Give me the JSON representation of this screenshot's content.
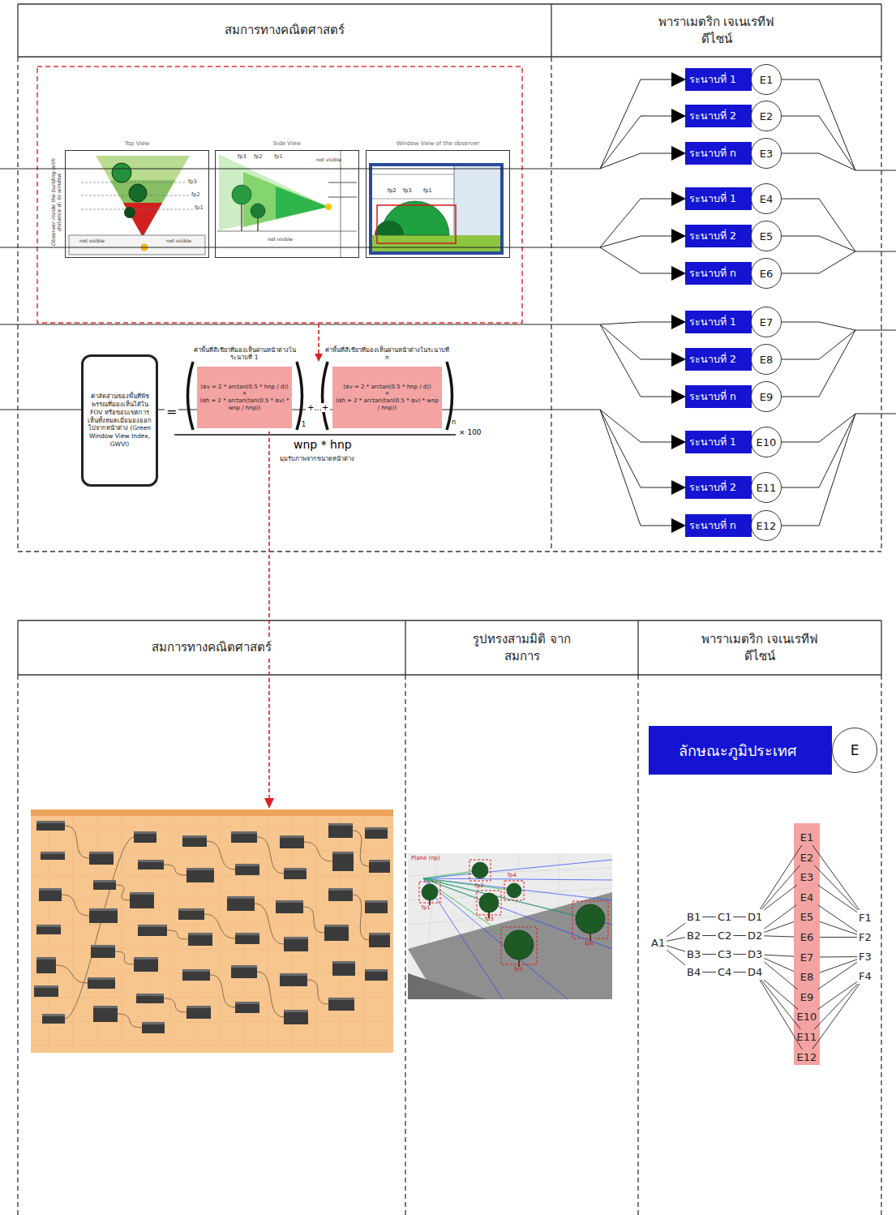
{
  "diagram": {
    "nodes": [
      {
        "text": [
          "สมการทางคณิตศาสตร์"
        ]
      },
      {
        "text": [
          "พาราเมตริก เจเนเรทีฟดีไซน์"
        ]
      },
      {
        "text": [
          "Top View"
        ]
      },
      {
        "text": [
          "Side View"
        ]
      },
      {
        "text": [
          "Window View of the observer"
        ]
      },
      {
        "text": [
          "ค่าสัดส่วนของพื้นที่พืชพรรณที่มองเห็นได้ใน FOV หรือขอบเขตการเห็นทั้งหมดเมื่อมองออกไปจากหน้าต่าง (Green Window View Index, GWVI)"
        ]
      },
      {
        "text": [
          "ค่าพื้นที่สีเขียวที่มองเห็นผ่านหน้าต่างในระนาบที่ 1",
          "(αv = 2 * arctan(0.5 * hnp / d))",
          "×",
          "(αh = 2 * arctan(tan(0.5 * αv) * wnp / hnp))"
        ]
      },
      {
        "text": [
          "ค่าพื้นที่สีเขียวที่มองเห็นผ่านหน้าต่างในระนาบที่ n",
          "(αv = 2 * arctan(0.5 * hnp / d))",
          "×",
          "(αh = 2 * arctan(tan(0.5 * αv) * wnp / hnp))"
        ]
      },
      {
        "text": [
          "ระนาบที่ 1"
        ]
      },
      {
        "text": [
          "E1"
        ]
      },
      {
        "text": [
          "ระนาบที่ 2"
        ]
      },
      {
        "text": [
          "E2"
        ]
      },
      {
        "text": [
          "ระนาบที่ n"
        ]
      },
      {
        "text": [
          "E3"
        ]
      },
      {
        "text": [
          "ระนาบที่ 1"
        ]
      },
      {
        "text": [
          "E4"
        ]
      },
      {
        "text": [
          "ระนาบที่ 2"
        ]
      },
      {
        "text": [
          "E5"
        ]
      },
      {
        "text": [
          "ระนาบที่ n"
        ]
      },
      {
        "text": [
          "E6"
        ]
      },
      {
        "text": [
          "ระนาบที่ 1"
        ]
      },
      {
        "text": [
          "E7"
        ]
      },
      {
        "text": [
          "ระนาบที่ 2"
        ]
      },
      {
        "text": [
          "E8"
        ]
      },
      {
        "text": [
          "ระนาบที่ n"
        ]
      },
      {
        "text": [
          "E9"
        ]
      },
      {
        "text": [
          "ระนาบที่ 1"
        ]
      },
      {
        "text": [
          "E10"
        ]
      },
      {
        "text": [
          "ระนาบที่ 2"
        ]
      },
      {
        "text": [
          "E11"
        ]
      },
      {
        "text": [
          "ระนาบที่ n"
        ]
      },
      {
        "text": [
          "E12"
        ]
      },
      {
        "text": [
          "สมการทางคณิตศาสตร์"
        ]
      },
      {
        "text": [
          "รูปทรงสามมิติ จากสมการ"
        ]
      },
      {
        "text": [
          "พาราเมตริก เจเนเรทีฟดีไซน์"
        ]
      },
      {
        "text": [
          "ลักษณะภูมิประเทศ"
        ]
      },
      {
        "text": [
          "E"
        ]
      },
      {
        "text": [
          "A1"
        ]
      },
      {
        "text": [
          "B1"
        ]
      },
      {
        "text": [
          "C1"
        ]
      },
      {
        "text": [
          "D1"
        ]
      },
      {
        "text": [
          "B2"
        ]
      },
      {
        "text": [
          "C2"
        ]
      },
      {
        "text": [
          "D2"
        ]
      },
      {
        "text": [
          "B3"
        ]
      },
      {
        "text": [
          "C3"
        ]
      },
      {
        "text": [
          "D3"
        ]
      },
      {
        "text": [
          "B4"
        ]
      },
      {
        "text": [
          "C4"
        ]
      },
      {
        "text": [
          "D4"
        ]
      },
      {
        "text": [
          "E1"
        ]
      },
      {
        "text": [
          "E2"
        ]
      },
      {
        "text": [
          "E3"
        ]
      },
      {
        "text": [
          "E4"
        ]
      },
      {
        "text": [
          "E5"
        ]
      },
      {
        "text": [
          "E6"
        ]
      },
      {
        "text": [
          "E7"
        ]
      },
      {
        "text": [
          "E8"
        ]
      },
      {
        "text": [
          "E9"
        ]
      },
      {
        "text": [
          "E10"
        ]
      },
      {
        "text": [
          "E11"
        ]
      },
      {
        "text": [
          "E12"
        ]
      },
      {
        "text": [
          "F1"
        ]
      },
      {
        "text": [
          "F2"
        ]
      },
      {
        "text": [
          "F3"
        ]
      },
      {
        "text": [
          "F4"
        ]
      }
    ],
    "edges": [
      {
        "from": 37,
        "to": 38,
        "arrow": "none"
      },
      {
        "from": 37,
        "to": 41,
        "arrow": "none"
      },
      {
        "from": 37,
        "to": 44,
        "arrow": "none"
      },
      {
        "from": 37,
        "to": 47,
        "arrow": "none"
      },
      {
        "from": 38,
        "to": 39,
        "arrow": "none"
      },
      {
        "from": 41,
        "to": 42,
        "arrow": "none"
      },
      {
        "from": 44,
        "to": 45,
        "arrow": "none"
      },
      {
        "from": 47,
        "to": 48,
        "arrow": "none"
      },
      {
        "from": 39,
        "to": 40,
        "arrow": "none"
      },
      {
        "from": 42,
        "to": 43,
        "arrow": "none"
      },
      {
        "from": 45,
        "to": 46,
        "arrow": "none"
      },
      {
        "from": 48,
        "to": 49,
        "arrow": "none"
      },
      {
        "from": 40,
        "to": 50,
        "arrow": "none"
      },
      {
        "from": 40,
        "to": 51,
        "arrow": "none"
      },
      {
        "from": 40,
        "to": 52,
        "arrow": "none"
      },
      {
        "from": 43,
        "to": 53,
        "arrow": "none"
      },
      {
        "from": 43,
        "to": 54,
        "arrow": "none"
      },
      {
        "from": 43,
        "to": 55,
        "arrow": "none"
      },
      {
        "from": 46,
        "to": 56,
        "arrow": "none"
      },
      {
        "from": 46,
        "to": 57,
        "arrow": "none"
      },
      {
        "from": 46,
        "to": 58,
        "arrow": "none"
      },
      {
        "from": 49,
        "to": 59,
        "arrow": "none"
      },
      {
        "from": 49,
        "to": 60,
        "arrow": "none"
      },
      {
        "from": 49,
        "to": 61,
        "arrow": "none"
      },
      {
        "from": 50,
        "to": 62,
        "arrow": "none"
      },
      {
        "from": 51,
        "to": 62,
        "arrow": "none"
      },
      {
        "from": 52,
        "to": 62,
        "arrow": "none"
      },
      {
        "from": 53,
        "to": 63,
        "arrow": "none"
      },
      {
        "from": 54,
        "to": 63,
        "arrow": "none"
      },
      {
        "from": 55,
        "to": 63,
        "arrow": "none"
      },
      {
        "from": 56,
        "to": 64,
        "arrow": "none"
      },
      {
        "from": 57,
        "to": 64,
        "arrow": "none"
      },
      {
        "from": 58,
        "to": 64,
        "arrow": "none"
      },
      {
        "from": 59,
        "to": 65,
        "arrow": "none"
      },
      {
        "from": 60,
        "to": 65,
        "arrow": "none"
      },
      {
        "from": 61,
        "to": 65,
        "arrow": "none"
      }
    ],
    "labels": [
      "fp3",
      "fp2",
      "fp1",
      "not visible",
      "not visible",
      "Observer inside the building with distance d₁ to window",
      "fp3",
      "fp2",
      "fp1",
      "not visible",
      "not visible",
      "fp2",
      "fp3",
      "fp1",
      "=",
      "+...+",
      "1",
      "n",
      "wnp * hnp",
      "× 100",
      "มุมรับภาพจากขนาดหน้าต่าง",
      "Plane (np)",
      "fp1",
      "fp2",
      "fp3",
      "fp4",
      "fp5",
      "fp6"
    ]
  }
}
